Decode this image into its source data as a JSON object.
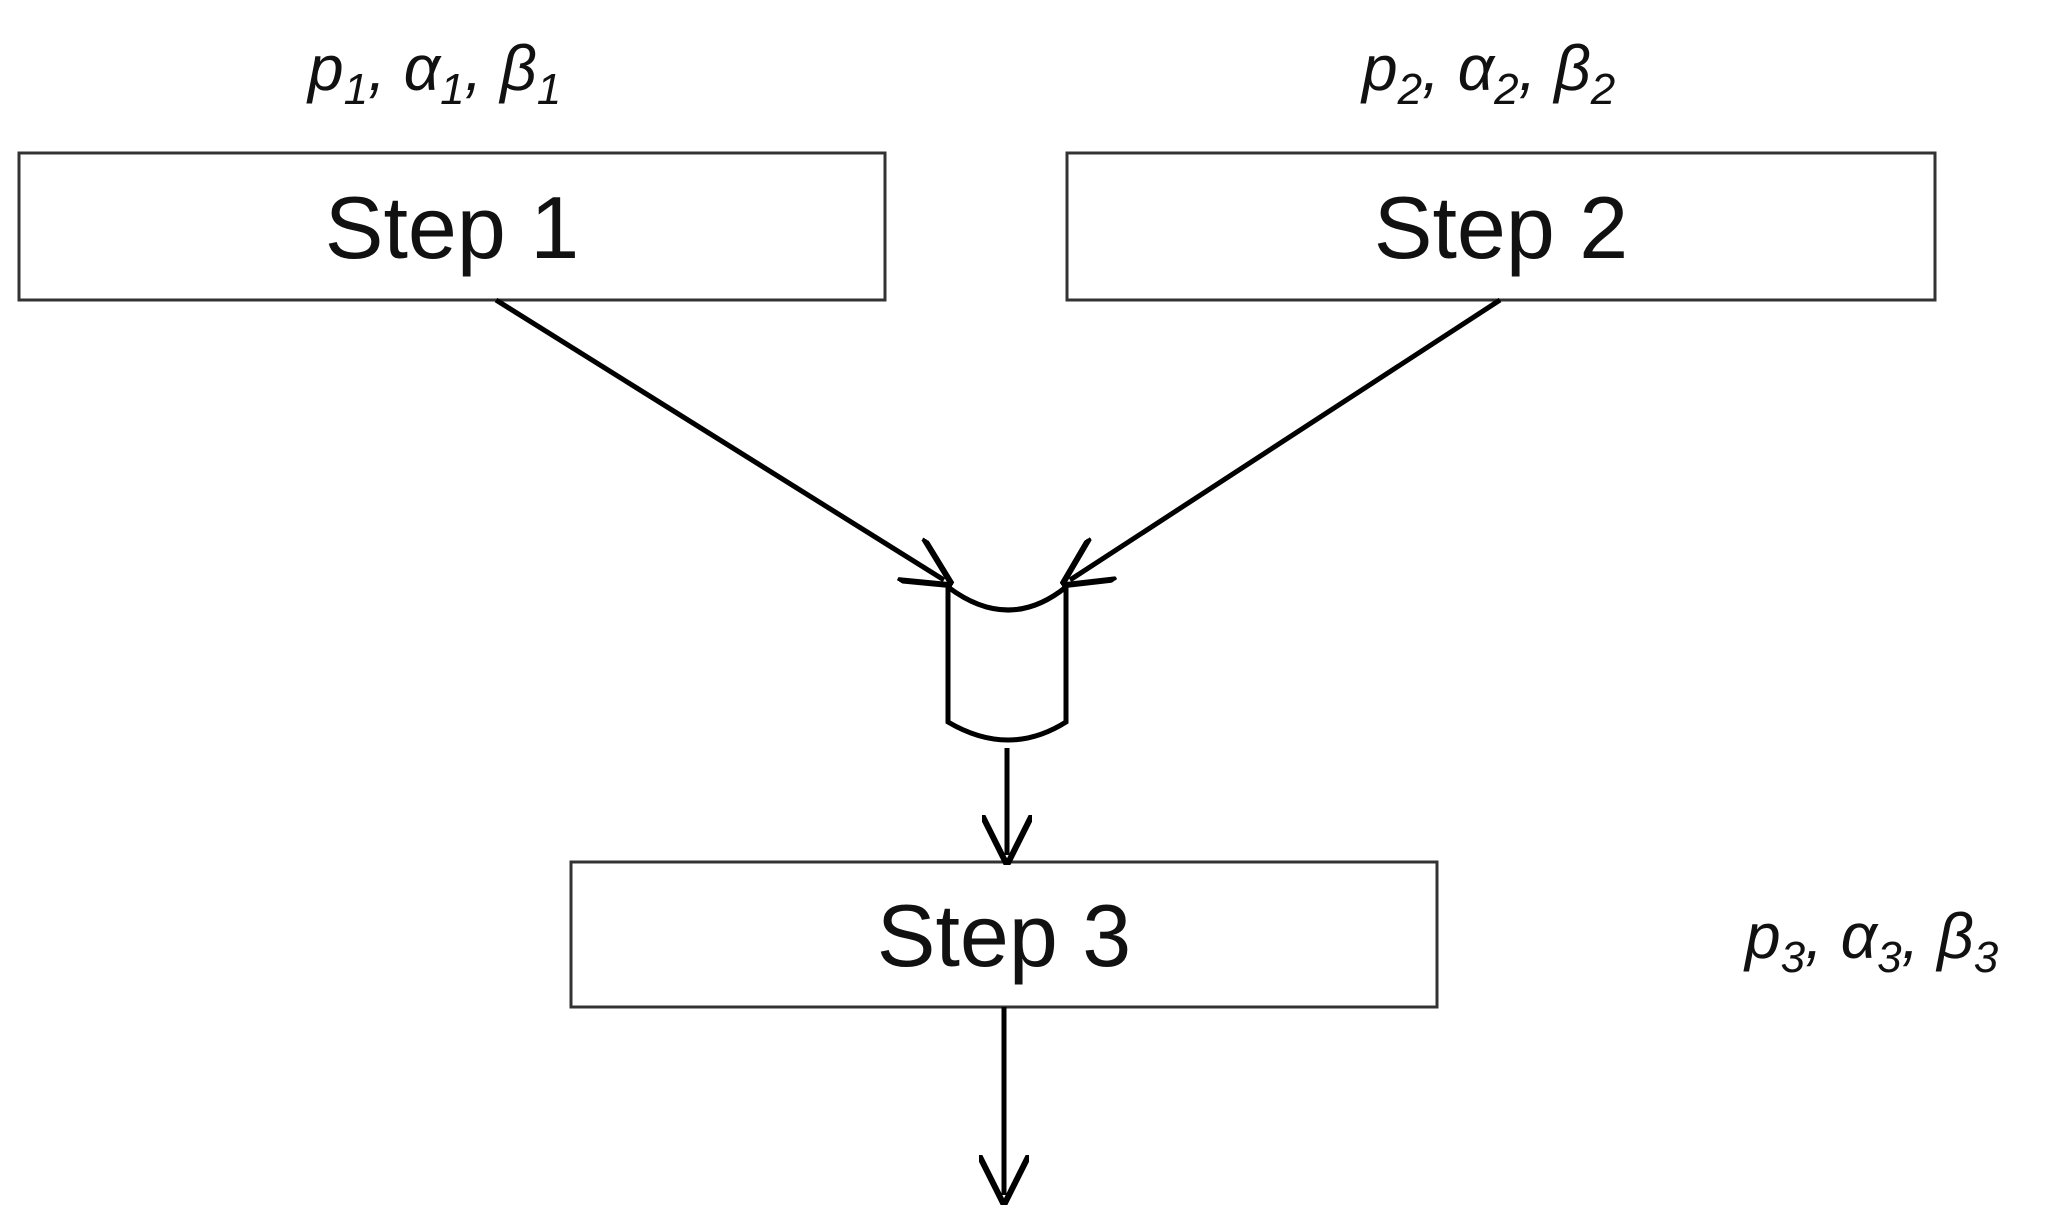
{
  "steps": [
    {
      "id": "step1",
      "label": "Step 1"
    },
    {
      "id": "step2",
      "label": "Step 2"
    },
    {
      "id": "step3",
      "label": "Step 3"
    }
  ],
  "params": [
    {
      "for": "step1",
      "p": "p",
      "a": "α",
      "b": "β",
      "sub": "1"
    },
    {
      "for": "step2",
      "p": "p",
      "a": "α",
      "b": "β",
      "sub": "2"
    },
    {
      "for": "step3",
      "p": "p",
      "a": "α",
      "b": "β",
      "sub": "3"
    }
  ],
  "colors": {
    "stroke": "#000000",
    "box_border": "#333333",
    "text": "#111111",
    "background": "#ffffff"
  }
}
